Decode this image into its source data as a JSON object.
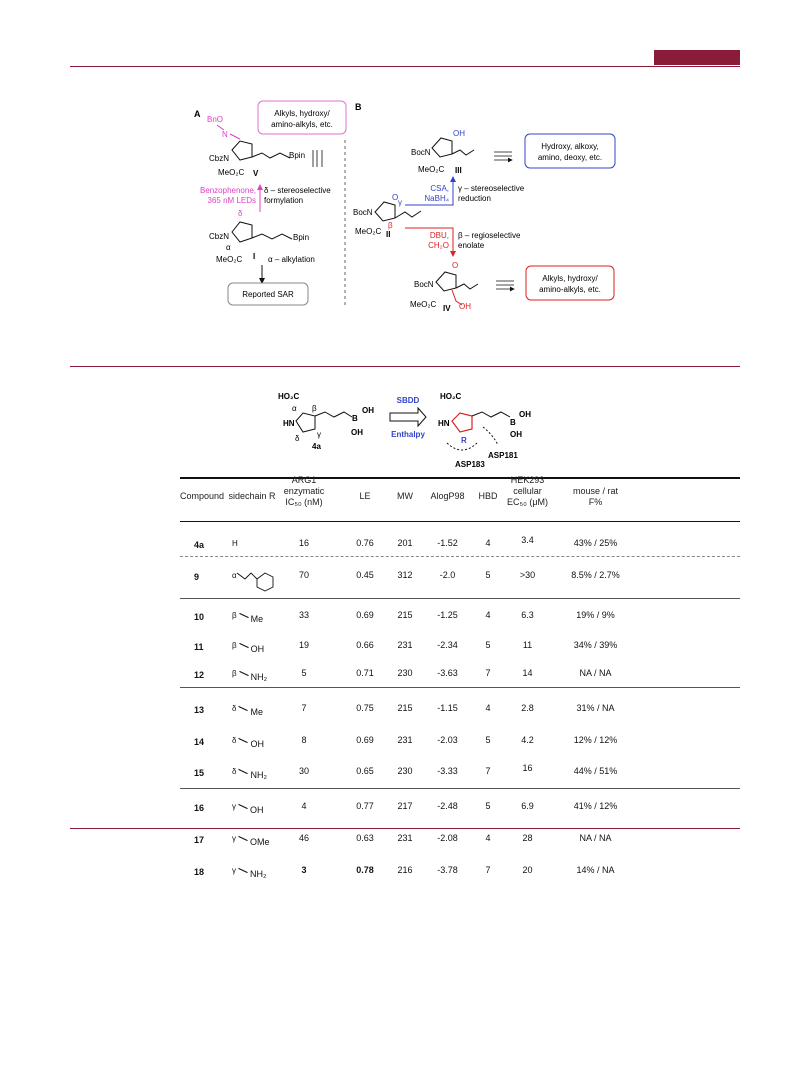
{
  "schemeA": {
    "label": "A",
    "box_text": [
      "Alkyls, hydroxy/",
      "amino-alkyls, etc."
    ],
    "atoms": {
      "bno": "BnO",
      "n_oxime": "N",
      "cbzn_top": "CbzN",
      "bpin_top": "Bpin",
      "meo2c_top": "MeO₂C",
      "cpd_top": "V",
      "delta": "δ",
      "cbzn_bot": "CbzN",
      "alpha": "α",
      "bpin_bot": "Bpin",
      "meo2c_bot": "MeO₂C",
      "cpd_bot": "I"
    },
    "reagent": [
      "Benzophenone,",
      "365 nM LEDs"
    ],
    "step_delta": "δ – stereoselective",
    "step_delta2": "formylation",
    "step_alpha": "α – alkylation",
    "reported": "Reported SAR"
  },
  "schemeB": {
    "label": "B",
    "box_top": [
      "Hydroxy, alkoxy,",
      "amino, deoxy, etc."
    ],
    "box_bot": [
      "Alkyls, hydroxy/",
      "amino-alkyls, etc."
    ],
    "atoms": {
      "oh_top": "OH",
      "bocn_top": "BocN",
      "meo2c_top": "MeO₂C",
      "cpd_top": "III",
      "o_mid": "O",
      "gamma": "γ",
      "beta": "β",
      "bocn_mid": "BocN",
      "meo2c_mid": "MeO₂C",
      "cpd_mid": "II",
      "o_bot": "O",
      "bocn_bot": "BocN",
      "meo2c_bot": "MeO₂C",
      "cpd_bot": "IV",
      "oh_bot": "OH"
    },
    "reagent_top": [
      "CSA,",
      "NaBH₄"
    ],
    "step_gamma": "γ – stereoselective",
    "step_gamma2": "reduction",
    "reagent_bot": [
      "DBU,",
      "CH₂O"
    ],
    "step_beta": "β – regioselective",
    "step_beta2": "enolate"
  },
  "scheme2": {
    "left": {
      "ho2c": "HO₂C",
      "alpha": "α",
      "beta": "β",
      "hn": "HN",
      "gamma": "γ",
      "delta": "δ",
      "oh1": "OH",
      "b": "B",
      "oh2": "OH",
      "cpd": "4a"
    },
    "arrow_top": "SBDD",
    "arrow_bot": "Enthalpy",
    "right": {
      "ho2c": "HO₂C",
      "hn": "HN",
      "r": "R",
      "oh1": "OH",
      "b": "B",
      "oh2": "OH",
      "asp183": "ASP183",
      "asp181": "ASP181"
    }
  },
  "table": {
    "headers": [
      {
        "lines": [
          "Compound"
        ]
      },
      {
        "lines": [
          "sidechain R"
        ]
      },
      {
        "lines": [
          "ARG1",
          "enzymatic",
          "IC₅₀ (nM)"
        ]
      },
      {
        "lines": [
          "LE"
        ]
      },
      {
        "lines": [
          "MW"
        ]
      },
      {
        "lines": [
          "AlogP98"
        ]
      },
      {
        "lines": [
          "HBD"
        ]
      },
      {
        "lines": [
          "HEK293",
          "cellular",
          "EC₅₀ (μM)"
        ]
      },
      {
        "lines": [
          "mouse / rat",
          "F%"
        ]
      }
    ],
    "rows": [
      {
        "id": "4a",
        "side": "H",
        "ic50": "16",
        "le": "0.76",
        "mw": "201",
        "alogp": "-1.52",
        "hbd": "4",
        "ec50": "3.4",
        "f": "43% / 25%"
      },
      {
        "id": "9",
        "side": "α",
        "ic50": "70",
        "le": "0.45",
        "mw": "312",
        "alogp": "-2.0",
        "hbd": "5",
        "ec50": ">30",
        "f": "8.5% / 2.7%"
      },
      {
        "id": "10",
        "side": "β",
        "sub": "Me",
        "ic50": "33",
        "le": "0.69",
        "mw": "215",
        "alogp": "-1.25",
        "hbd": "4",
        "ec50": "6.3",
        "f": "19% / 9%"
      },
      {
        "id": "11",
        "side": "β",
        "sub": "OH",
        "ic50": "19",
        "le": "0.66",
        "mw": "231",
        "alogp": "-2.34",
        "hbd": "5",
        "ec50": "11",
        "f": "34% / 39%"
      },
      {
        "id": "12",
        "side": "β",
        "sub": "NH₂",
        "ic50": "5",
        "le": "0.71",
        "mw": "230",
        "alogp": "-3.63",
        "hbd": "7",
        "ec50": "14",
        "f": "NA / NA"
      },
      {
        "id": "13",
        "side": "δ",
        "sub": "Me",
        "ic50": "7",
        "le": "0.75",
        "mw": "215",
        "alogp": "-1.15",
        "hbd": "4",
        "ec50": "2.8",
        "f": "31% / NA"
      },
      {
        "id": "14",
        "side": "δ",
        "sub": "OH",
        "ic50": "8",
        "le": "0.69",
        "mw": "231",
        "alogp": "-2.03",
        "hbd": "5",
        "ec50": "4.2",
        "f": "12% / 12%"
      },
      {
        "id": "15",
        "side": "δ",
        "sub": "NH₂",
        "ic50": "30",
        "le": "0.65",
        "mw": "230",
        "alogp": "-3.33",
        "hbd": "7",
        "ec50": "16",
        "f": "44% / 51%"
      },
      {
        "id": "16",
        "side": "γ",
        "sub": "OH",
        "ic50": "4",
        "le": "0.77",
        "mw": "217",
        "alogp": "-2.48",
        "hbd": "5",
        "ec50": "6.9",
        "f": "41% / 12%"
      },
      {
        "id": "17",
        "side": "γ",
        "sub": "OMe",
        "ic50": "46",
        "le": "0.63",
        "mw": "231",
        "alogp": "-2.08",
        "hbd": "4",
        "ec50": "28",
        "f": "NA / NA"
      },
      {
        "id": "18",
        "side": "γ",
        "sub": "NH₂",
        "ic50": "3",
        "le": "0.78",
        "mw": "216",
        "alogp": "-3.78",
        "hbd": "7",
        "ec50": "20",
        "f": "14% / NA"
      }
    ]
  }
}
